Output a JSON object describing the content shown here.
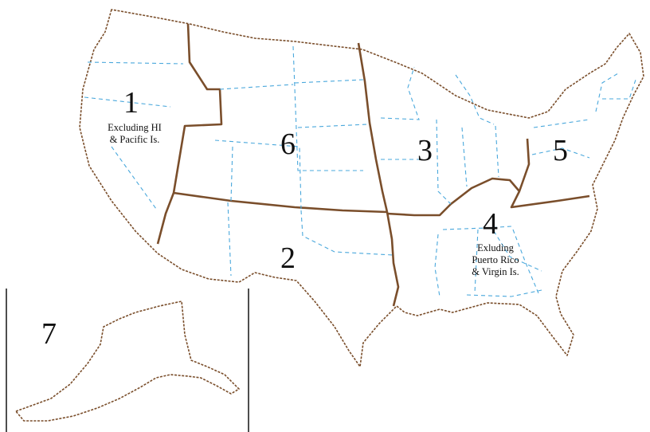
{
  "colors": {
    "coastline": "#7a4e2b",
    "region_boundary": "#7a4e2b",
    "state_boundary": "#4aa8dc",
    "label_text": "#111111",
    "background": "#ffffff"
  },
  "regions": [
    {
      "number": "1",
      "note_lines": [
        "Excluding HI",
        "& Pacific Is."
      ]
    },
    {
      "number": "2",
      "note_lines": []
    },
    {
      "number": "3",
      "note_lines": []
    },
    {
      "number": "4",
      "note_lines": [
        "Exluding",
        "Puerto Rico",
        "& Virgin Is."
      ]
    },
    {
      "number": "5",
      "note_lines": []
    },
    {
      "number": "6",
      "note_lines": []
    },
    {
      "number": "7",
      "note_lines": []
    }
  ]
}
